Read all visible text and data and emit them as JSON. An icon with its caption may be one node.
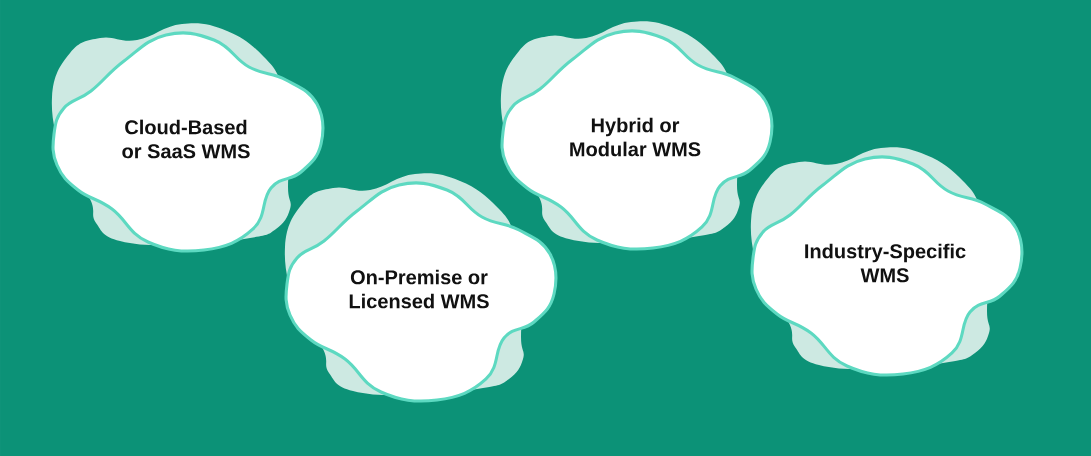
{
  "diagram": {
    "nodes": [
      {
        "text": [
          "Cloud-Based or SaaS WMS"
        ]
      },
      {
        "text": [
          "On-Premise or Licensed WMS"
        ]
      },
      {
        "text": [
          "Hybrid or Modular WMS"
        ]
      },
      {
        "text": [
          "Industry-Specific WMS"
        ]
      }
    ]
  }
}
